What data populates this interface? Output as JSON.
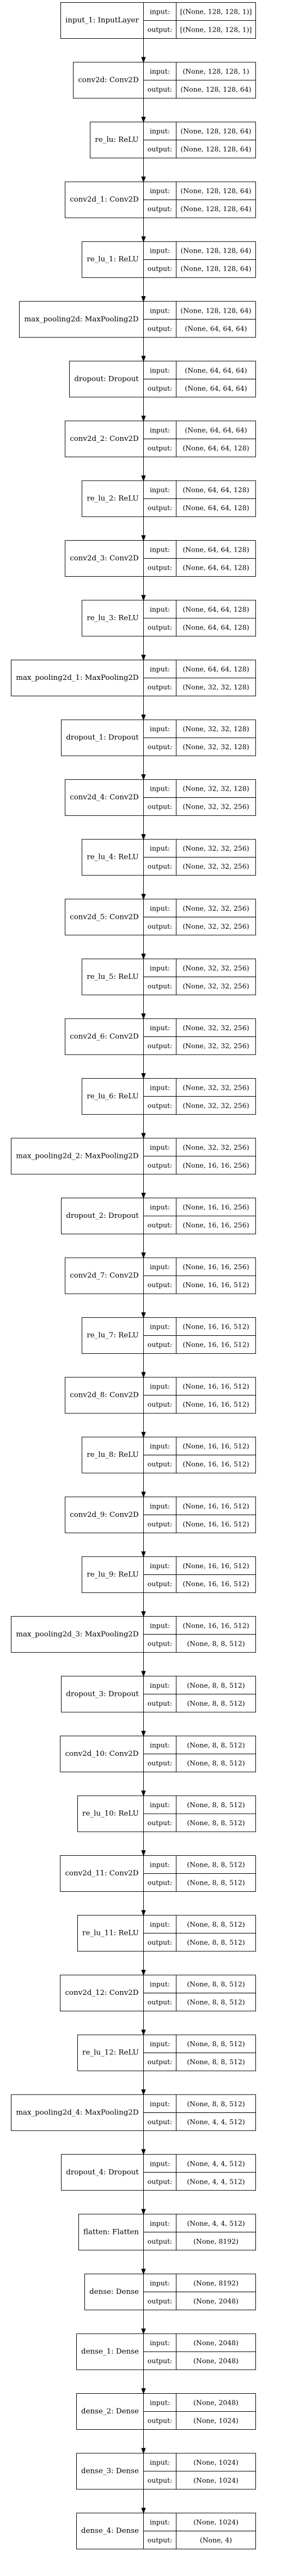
{
  "port_labels": {
    "input": "input:",
    "output": "output:"
  },
  "layers": [
    {
      "name": "input_1: InputLayer",
      "input": "[(None, 128, 128, 1)]",
      "output": "[(None, 128, 128, 1)]"
    },
    {
      "name": "conv2d: Conv2D",
      "input": "(None, 128, 128, 1)",
      "output": "(None, 128, 128, 64)"
    },
    {
      "name": "re_lu: ReLU",
      "input": "(None, 128, 128, 64)",
      "output": "(None, 128, 128, 64)"
    },
    {
      "name": "conv2d_1: Conv2D",
      "input": "(None, 128, 128, 64)",
      "output": "(None, 128, 128, 64)"
    },
    {
      "name": "re_lu_1: ReLU",
      "input": "(None, 128, 128, 64)",
      "output": "(None, 128, 128, 64)"
    },
    {
      "name": "max_pooling2d: MaxPooling2D",
      "input": "(None, 128, 128, 64)",
      "output": "(None, 64, 64, 64)"
    },
    {
      "name": "dropout: Dropout",
      "input": "(None, 64, 64, 64)",
      "output": "(None, 64, 64, 64)"
    },
    {
      "name": "conv2d_2: Conv2D",
      "input": "(None, 64, 64, 64)",
      "output": "(None, 64, 64, 128)"
    },
    {
      "name": "re_lu_2: ReLU",
      "input": "(None, 64, 64, 128)",
      "output": "(None, 64, 64, 128)"
    },
    {
      "name": "conv2d_3: Conv2D",
      "input": "(None, 64, 64, 128)",
      "output": "(None, 64, 64, 128)"
    },
    {
      "name": "re_lu_3: ReLU",
      "input": "(None, 64, 64, 128)",
      "output": "(None, 64, 64, 128)"
    },
    {
      "name": "max_pooling2d_1: MaxPooling2D",
      "input": "(None, 64, 64, 128)",
      "output": "(None, 32, 32, 128)"
    },
    {
      "name": "dropout_1: Dropout",
      "input": "(None, 32, 32, 128)",
      "output": "(None, 32, 32, 128)"
    },
    {
      "name": "conv2d_4: Conv2D",
      "input": "(None, 32, 32, 128)",
      "output": "(None, 32, 32, 256)"
    },
    {
      "name": "re_lu_4: ReLU",
      "input": "(None, 32, 32, 256)",
      "output": "(None, 32, 32, 256)"
    },
    {
      "name": "conv2d_5: Conv2D",
      "input": "(None, 32, 32, 256)",
      "output": "(None, 32, 32, 256)"
    },
    {
      "name": "re_lu_5: ReLU",
      "input": "(None, 32, 32, 256)",
      "output": "(None, 32, 32, 256)"
    },
    {
      "name": "conv2d_6: Conv2D",
      "input": "(None, 32, 32, 256)",
      "output": "(None, 32, 32, 256)"
    },
    {
      "name": "re_lu_6: ReLU",
      "input": "(None, 32, 32, 256)",
      "output": "(None, 32, 32, 256)"
    },
    {
      "name": "max_pooling2d_2: MaxPooling2D",
      "input": "(None, 32, 32, 256)",
      "output": "(None, 16, 16, 256)"
    },
    {
      "name": "dropout_2: Dropout",
      "input": "(None, 16, 16, 256)",
      "output": "(None, 16, 16, 256)"
    },
    {
      "name": "conv2d_7: Conv2D",
      "input": "(None, 16, 16, 256)",
      "output": "(None, 16, 16, 512)"
    },
    {
      "name": "re_lu_7: ReLU",
      "input": "(None, 16, 16, 512)",
      "output": "(None, 16, 16, 512)"
    },
    {
      "name": "conv2d_8: Conv2D",
      "input": "(None, 16, 16, 512)",
      "output": "(None, 16, 16, 512)"
    },
    {
      "name": "re_lu_8: ReLU",
      "input": "(None, 16, 16, 512)",
      "output": "(None, 16, 16, 512)"
    },
    {
      "name": "conv2d_9: Conv2D",
      "input": "(None, 16, 16, 512)",
      "output": "(None, 16, 16, 512)"
    },
    {
      "name": "re_lu_9: ReLU",
      "input": "(None, 16, 16, 512)",
      "output": "(None, 16, 16, 512)"
    },
    {
      "name": "max_pooling2d_3: MaxPooling2D",
      "input": "(None, 16, 16, 512)",
      "output": "(None, 8, 8, 512)"
    },
    {
      "name": "dropout_3: Dropout",
      "input": "(None, 8, 8, 512)",
      "output": "(None, 8, 8, 512)"
    },
    {
      "name": "conv2d_10: Conv2D",
      "input": "(None, 8, 8, 512)",
      "output": "(None, 8, 8, 512)"
    },
    {
      "name": "re_lu_10: ReLU",
      "input": "(None, 8, 8, 512)",
      "output": "(None, 8, 8, 512)"
    },
    {
      "name": "conv2d_11: Conv2D",
      "input": "(None, 8, 8, 512)",
      "output": "(None, 8, 8, 512)"
    },
    {
      "name": "re_lu_11: ReLU",
      "input": "(None, 8, 8, 512)",
      "output": "(None, 8, 8, 512)"
    },
    {
      "name": "conv2d_12: Conv2D",
      "input": "(None, 8, 8, 512)",
      "output": "(None, 8, 8, 512)"
    },
    {
      "name": "re_lu_12: ReLU",
      "input": "(None, 8, 8, 512)",
      "output": "(None, 8, 8, 512)"
    },
    {
      "name": "max_pooling2d_4: MaxPooling2D",
      "input": "(None, 8, 8, 512)",
      "output": "(None, 4, 4, 512)"
    },
    {
      "name": "dropout_4: Dropout",
      "input": "(None, 4, 4, 512)",
      "output": "(None, 4, 4, 512)"
    },
    {
      "name": "flatten: Flatten",
      "input": "(None, 4, 4, 512)",
      "output": "(None, 8192)"
    },
    {
      "name": "dense: Dense",
      "input": "(None, 8192)",
      "output": "(None, 2048)"
    },
    {
      "name": "dense_1: Dense",
      "input": "(None, 2048)",
      "output": "(None, 2048)"
    },
    {
      "name": "dense_2: Dense",
      "input": "(None, 2048)",
      "output": "(None, 1024)"
    },
    {
      "name": "dense_3: Dense",
      "input": "(None, 1024)",
      "output": "(None, 1024)"
    },
    {
      "name": "dense_4: Dense",
      "input": "(None, 1024)",
      "output": "(None, 4)"
    }
  ]
}
